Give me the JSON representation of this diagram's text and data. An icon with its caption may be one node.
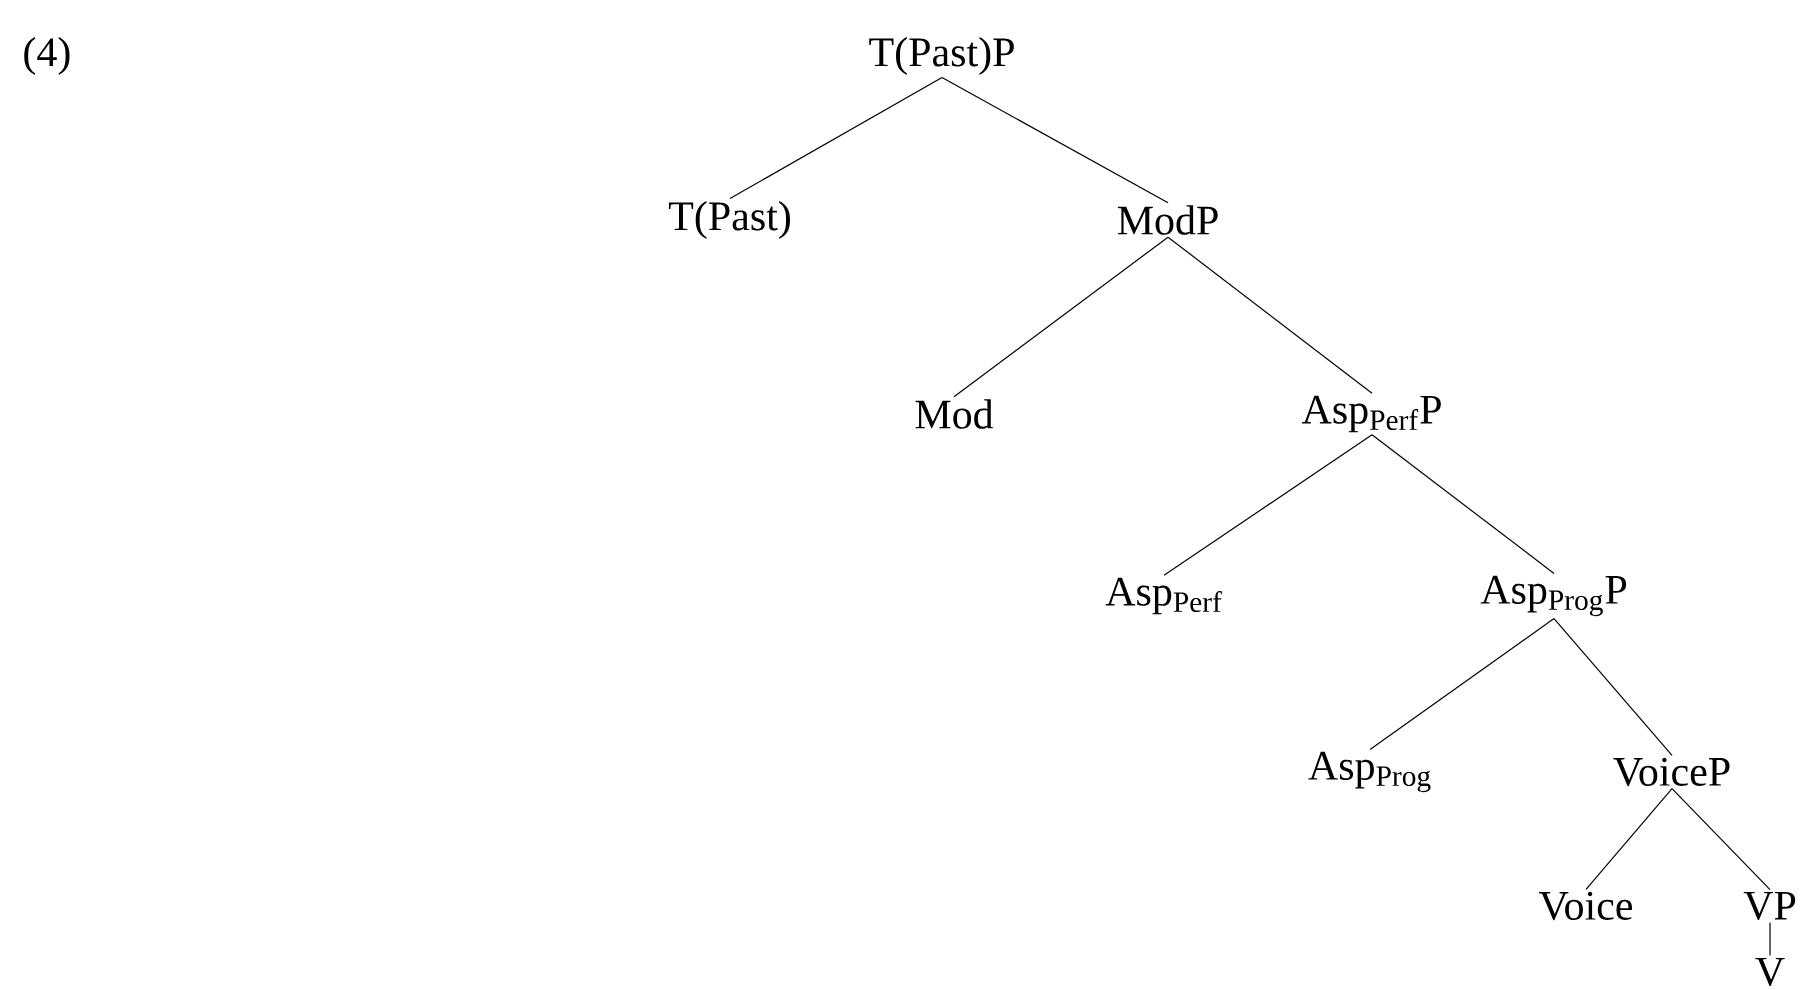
{
  "diagram": {
    "nodes": [
      {
        "text": [
          "T(Past)P"
        ]
      },
      {
        "text": [
          "T(Past)"
        ]
      },
      {
        "text": [
          "ModP"
        ]
      },
      {
        "text": [
          "Mod"
        ]
      },
      {
        "text": [
          "Asp$_{Perf}$P"
        ]
      },
      {
        "text": [
          "Asp$_{Perf}$"
        ]
      },
      {
        "text": [
          "Asp$_{Prog}$P"
        ]
      },
      {
        "text": [
          "Asp$_{Prog}$"
        ]
      },
      {
        "text": [
          "VoiceP"
        ]
      },
      {
        "text": [
          "Voice"
        ]
      },
      {
        "text": [
          "VP"
        ]
      },
      {
        "text": [
          "V"
        ]
      }
    ],
    "edges": [
      {
        "from": 0,
        "to": 1,
        "arrow": "none"
      },
      {
        "from": 0,
        "to": 2,
        "arrow": "none"
      },
      {
        "from": 2,
        "to": 3,
        "arrow": "none"
      },
      {
        "from": 2,
        "to": 4,
        "arrow": "none"
      },
      {
        "from": 4,
        "to": 5,
        "arrow": "none"
      },
      {
        "from": 4,
        "to": 6,
        "arrow": "none"
      },
      {
        "from": 6,
        "to": 7,
        "arrow": "none"
      },
      {
        "from": 6,
        "to": 8,
        "arrow": "none"
      },
      {
        "from": 8,
        "to": 9,
        "arrow": "none"
      },
      {
        "from": 8,
        "to": 10,
        "arrow": "none"
      },
      {
        "from": 10,
        "to": 11,
        "arrow": "none"
      }
    ],
    "labels": [
      "(4)"
    ]
  }
}
